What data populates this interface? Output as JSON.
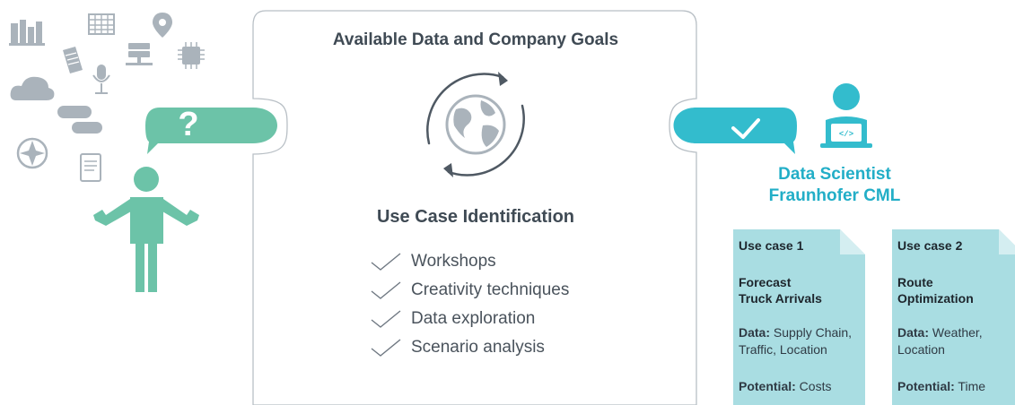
{
  "center": {
    "title": "Available Data and Company Goals",
    "subtitle": "Use Case Identification",
    "checklist": [
      "Workshops",
      "Creativity techniques",
      "Data exploration",
      "Scenario analysis"
    ]
  },
  "left_bubble": {
    "symbol": "?"
  },
  "right_bubble": {
    "symbol": "check-icon"
  },
  "scientist": {
    "line1": "Data Scientist",
    "line2": "Fraunhofer CML"
  },
  "cards": [
    {
      "caption": "Use case 1",
      "name": "Forecast\nTruck Arrivals",
      "data_label": "Data:",
      "data_value": "Supply Chain, Traffic, Location",
      "potential_label": "Potential:",
      "potential_value": "Costs"
    },
    {
      "caption": "Use case 2",
      "name": "Route\nOptimization",
      "data_label": "Data:",
      "data_value": "Weather, Location",
      "potential_label": "Potential:",
      "potential_value": "Time"
    }
  ],
  "colors": {
    "green": "#6cc3a8",
    "teal": "#33bccd",
    "card": "#a9dde2",
    "icon_gray": "#aab3bb",
    "text": "#3f4a54"
  }
}
